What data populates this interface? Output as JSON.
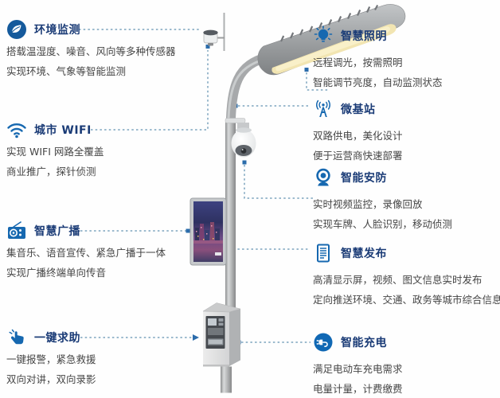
{
  "page": {
    "kind": "smart-streetlight-infographic",
    "background": "#fefefe"
  },
  "colors": {
    "title_navy": "#1a3b76",
    "body_text": "#454545",
    "icon_blue": "#1668b0",
    "connector_dash": "#7ba4bd",
    "connector_dot": "#2b6cab",
    "lamp_glow": "#f2e5b2",
    "pole_gray": "#bcbebf"
  },
  "features": {
    "left": [
      {
        "icon": "environment-monitor-icon",
        "title": "环境监测",
        "lines": [
          "搭载温湿度、噪音、风向等多种传感器",
          "实现环境、气象等智能监测"
        ]
      },
      {
        "icon": "city-wifi-icon",
        "title": "城市 WIFI",
        "lines": [
          "实现 WIFI 网路全覆盖",
          "商业推广，探针侦测"
        ]
      },
      {
        "icon": "radio-broadcast-icon",
        "title": "智慧广播",
        "lines": [
          "集音乐、语音宣传、紧急广播于一体",
          "实现广播终端单向传音"
        ]
      },
      {
        "icon": "hand-press-icon",
        "title": "一键求助",
        "lines": [
          "一键报警，紧急救援",
          "双向对讲，双向录影"
        ]
      }
    ],
    "right": [
      {
        "icon": "light-bulb-icon",
        "title": "智慧照明",
        "lines": [
          "远程调光，按需照明",
          "智能调节亮度，自动监测状态"
        ]
      },
      {
        "icon": "micro-basestation-icon",
        "title": "微基站",
        "lines": [
          "双路供电，美化设计",
          "便于运营商快速部署"
        ]
      },
      {
        "icon": "security-camera-icon",
        "title": "智能安防",
        "lines": [
          "实时视频监控，录像回放",
          "实现车牌、人脸识别，移动侦测"
        ]
      },
      {
        "icon": "info-screen-icon",
        "title": "智慧发布",
        "lines": [
          "高清显示屏，视频、图文信息实时发布",
          "定向推送环境、交通、政务等城市综合信息"
        ]
      },
      {
        "icon": "ev-charging-icon",
        "title": "智能充电",
        "lines": [
          "满足电动车充电需求",
          "电量计量，计费缴费"
        ]
      }
    ]
  }
}
